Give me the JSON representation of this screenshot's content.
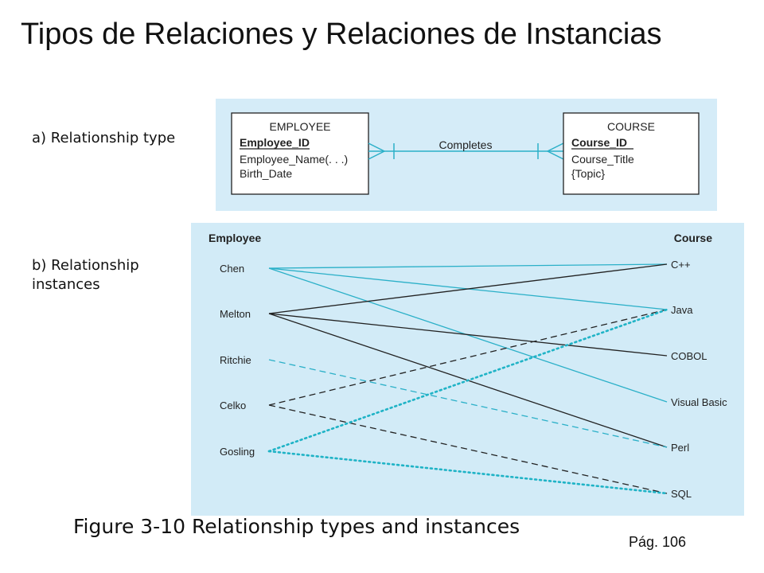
{
  "title": "Tipos de Relaciones y Relaciones de Instancias",
  "labels": {
    "relationship_type": "a) Relationship type",
    "relationship_instances": "b) Relationship instances"
  },
  "caption": "Figure 3-10 Relationship types and instances",
  "page_ref": "Pág. 106",
  "er_diagram": {
    "employee": {
      "name": "EMPLOYEE",
      "key": "Employee_ID",
      "attributes": [
        "Employee_Name(. . .)",
        "Birth_Date"
      ]
    },
    "course": {
      "name": "COURSE",
      "key": "Course_ID",
      "attributes": [
        "Course_Title",
        "{Topic}"
      ]
    },
    "relationship": "Completes"
  },
  "instances": {
    "employee_header": "Employee",
    "course_header": "Course",
    "employees": [
      "Chen",
      "Melton",
      "Ritchie",
      "Celko",
      "Gosling"
    ],
    "courses": [
      "C++",
      "Java",
      "COBOL",
      "Visual Basic",
      "Perl",
      "SQL"
    ],
    "links": [
      {
        "from": "Chen",
        "to": "C++",
        "style": "solid",
        "color": "#2bb0c8"
      },
      {
        "from": "Chen",
        "to": "Java",
        "style": "solid",
        "color": "#2bb0c8"
      },
      {
        "from": "Chen",
        "to": "Visual Basic",
        "style": "solid",
        "color": "#2bb0c8"
      },
      {
        "from": "Melton",
        "to": "C++",
        "style": "solid",
        "color": "#222222"
      },
      {
        "from": "Melton",
        "to": "COBOL",
        "style": "solid",
        "color": "#222222"
      },
      {
        "from": "Melton",
        "to": "Perl",
        "style": "solid",
        "color": "#222222"
      },
      {
        "from": "Ritchie",
        "to": "Perl",
        "style": "dashed",
        "color": "#2bb0c8"
      },
      {
        "from": "Celko",
        "to": "Java",
        "style": "dashed",
        "color": "#222222"
      },
      {
        "from": "Celko",
        "to": "SQL",
        "style": "dashed",
        "color": "#222222"
      },
      {
        "from": "Gosling",
        "to": "Java",
        "style": "dotted",
        "color": "#1fb3c6"
      },
      {
        "from": "Gosling",
        "to": "SQL",
        "style": "dotted",
        "color": "#1fb3c6"
      }
    ]
  }
}
